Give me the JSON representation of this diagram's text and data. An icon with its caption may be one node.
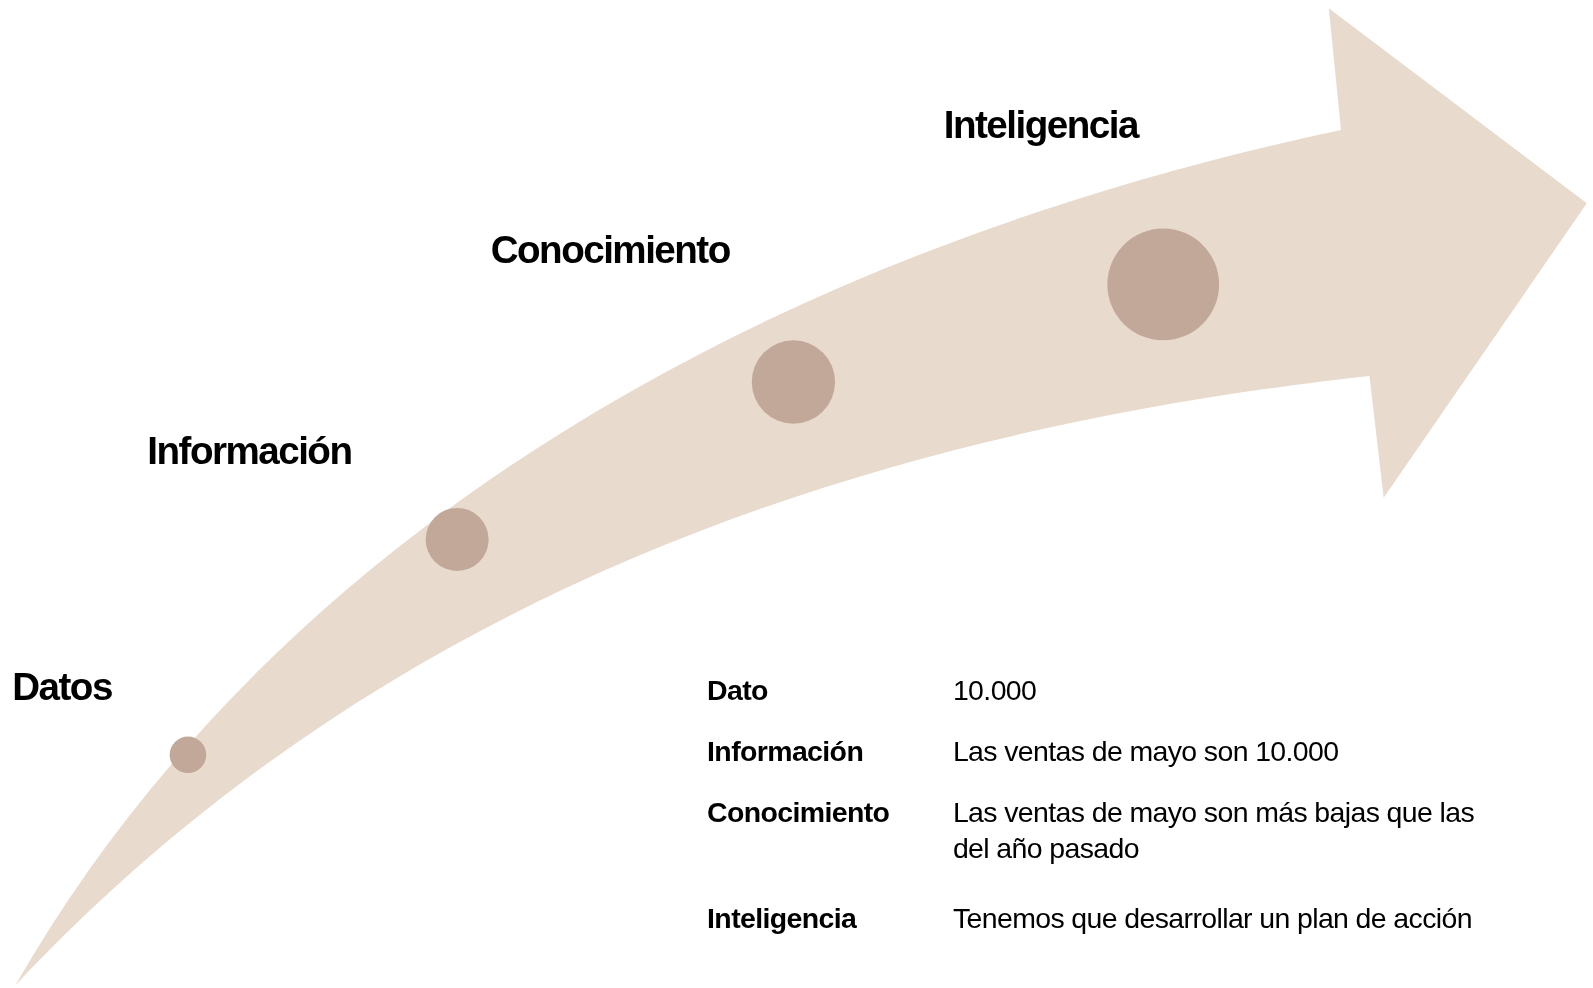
{
  "diagram": {
    "nodes": [
      {
        "text": [
          "Datos"
        ]
      },
      {
        "text": [
          "Información"
        ]
      },
      {
        "text": [
          "Conocimiento"
        ]
      },
      {
        "text": [
          "Inteligencia"
        ]
      }
    ],
    "labels": [
      "Dato",
      "10.000",
      "Información",
      "Las ventas de mayo son 10.000",
      "Conocimiento",
      "Las ventas de mayo son más bajas que las del año pasado",
      "Inteligencia",
      "Tenemos que desarrollar un plan de acción"
    ]
  }
}
